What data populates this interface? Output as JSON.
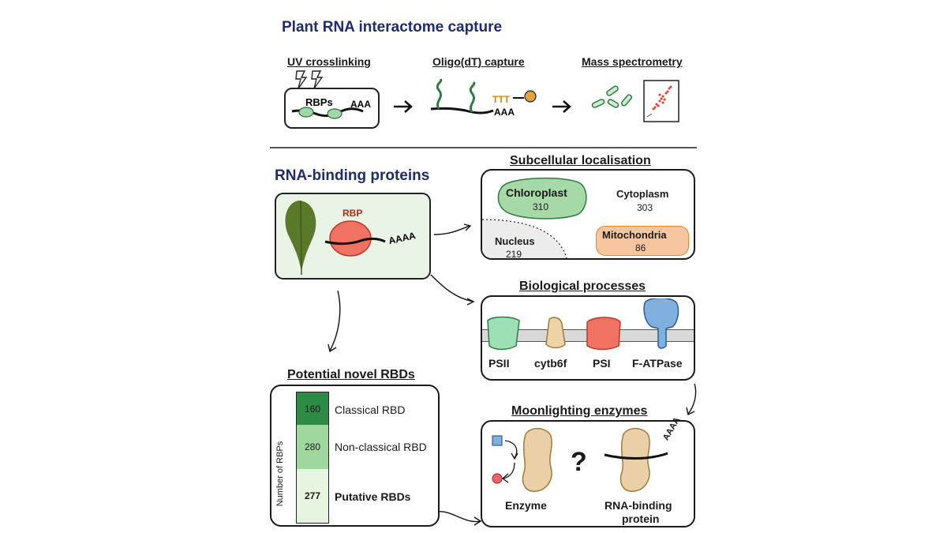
{
  "header": {
    "title": "Plant RNA interactome capture",
    "steps": [
      {
        "label": "UV crosslinking"
      },
      {
        "label": "Oligo(dT) capture"
      },
      {
        "label": "Mass spectrometry"
      }
    ],
    "rbps_label": "RBPs",
    "polya_short": "AAA",
    "oligo_dt": "TTT"
  },
  "left": {
    "title": "RNA-binding proteins",
    "rbp_label": "RBP",
    "polya": "AAAA"
  },
  "localisation": {
    "title": "Subcellular localisation",
    "compartments": [
      {
        "name": "Chloroplast",
        "count": "310"
      },
      {
        "name": "Cytoplasm",
        "count": "303"
      },
      {
        "name": "Nucleus",
        "count": "219"
      },
      {
        "name": "Mitochondria",
        "count": "86"
      }
    ]
  },
  "processes": {
    "title": "Biological processes",
    "complexes": [
      {
        "name": "PSII",
        "color": "#9ee0b5"
      },
      {
        "name": "cytb6f",
        "color": "#ecd3a8"
      },
      {
        "name": "PSI",
        "color": "#f07262"
      },
      {
        "name": "F-ATPase",
        "color": "#7fb0de"
      }
    ]
  },
  "novel": {
    "title": "Potential novel RBDs",
    "y_axis_label": "Number of RBPs",
    "segments": [
      {
        "value": "160",
        "label": "Classical RBD",
        "color": "#2e8b45"
      },
      {
        "value": "280",
        "label": "Non-classical RBD",
        "color": "#9fd79f"
      },
      {
        "value": "277",
        "label": "Putative RBDs",
        "color": "#e6f5e0"
      }
    ]
  },
  "moonlighting": {
    "title": "Moonlighting enzymes",
    "question": "?",
    "enzyme_label": "Enzyme",
    "rbp_label_line1": "RNA-binding",
    "rbp_label_line2": "protein",
    "polya": "AAAA"
  }
}
